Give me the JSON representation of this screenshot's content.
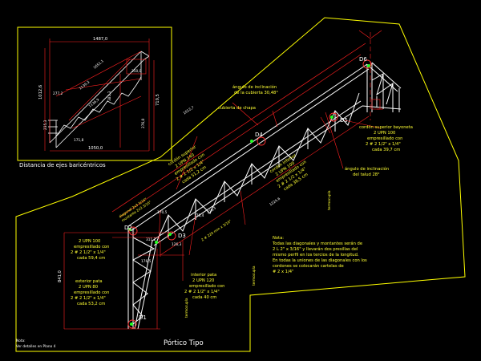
{
  "drawing": {
    "inset_title": "Distancia  de ejes baricéntricos",
    "main_title": "Pórtico Tipo",
    "footer_note_1": "Nota:",
    "footer_note_2": "Ver detalles en Plano 4"
  },
  "nodes": {
    "d1": "D1",
    "d2": "D2",
    "d3": "D3",
    "d4": "D4",
    "d5": "D5",
    "d6": "D6"
  },
  "inset": {
    "width_label": "1487,0",
    "diag_label": "1651,1",
    "bottom_label": "1050,0",
    "height_left": "1012,6",
    "height_right": "719,5",
    "dim_a": "277,2",
    "dim_b": "1139,3",
    "dim_c": "1136,9",
    "dim_d": "381,3",
    "dim_e": "350,0",
    "dim_f": "276,0",
    "dim_g": "235,3",
    "dim_h": "171,8"
  },
  "annotations": {
    "slope_title": "ángulo de inclinación",
    "slope_value": "de la cubierta 30,48°",
    "roof_sheet": "cubierta de chapa",
    "upper_cord_1": "cordón superior",
    "upper_cord_2": "2 UPN 140",
    "upper_cord_3": "empresillado con",
    "upper_cord_4": "2 # 2 1/2 x 1/4\"",
    "upper_cord_5": "cada 51,2 cm",
    "upper_bayonet_1": "cordón superior bayoneta",
    "upper_bayonet_2": "2 UPN 100",
    "upper_bayonet_3": "empresillado con",
    "upper_bayonet_4": "2 # 2 1/2\" x 1/4\"",
    "upper_bayonet_5": "cada 39,7 cm",
    "lower_cord_1": "cordón inferior",
    "lower_cord_2": "2 UPN 100",
    "lower_cord_3": "empresillado con",
    "lower_cord_4": "2 # 2 1/2 x 1/4\"",
    "lower_cord_5": "cada 38,5 cm",
    "slope_angle_1": "ángulo de inclinación",
    "slope_angle_2": "del talud 28°",
    "web_1": "diagonal 2x3 3/16\"",
    "web_2": "montante 2x3 3/16\"",
    "web_3": "2 # 220 mm x 3/16\"",
    "left_col_1": "2 UPN 100",
    "left_col_2": "empresillado con",
    "left_col_3": "2 # 2 1/2\" x 1/4\"",
    "left_col_4": "cada 59,4 cm",
    "outer_leg_1": "exterior pata",
    "outer_leg_2": "2 UPN 80",
    "outer_leg_3": "empresillado con",
    "outer_leg_4": "2 # 2 1/2\" x 1/4\"",
    "outer_leg_5": "cada 53,2 cm",
    "inner_leg_1": "interior pata",
    "inner_leg_2": "2 UPN 120",
    "inner_leg_3": "empresillado con",
    "inner_leg_4": "2 # 2 1/2\" x 1/4\"",
    "inner_leg_5": "cada 40 cm",
    "termocupla": "termocupla",
    "dim_left_height": "841,0",
    "dim_left_width": "311,2",
    "dim_1": "176,5",
    "dim_2": "1012,7",
    "dim_3": "1224,6",
    "dim_4": "276,3",
    "dim_5": "170,5",
    "dim_6": "178,4",
    "dim_7": "126,3"
  },
  "note": {
    "title": "Nota:",
    "line1": "Todas las diagonales y montantes serán de",
    "line2": "2 L 2\" x 3/16\" y llevarán dos presillas del",
    "line3": "mismo perfil en los tercios de la longitud.",
    "line4": "En todas la uniones de las diagonales con los",
    "line5": "cordones se colocarán cartelas de",
    "line6": "# 2 x 1/4\""
  },
  "colors": {
    "background": "#000000",
    "frame": "#ffff00",
    "structure": "#ffffff",
    "dimension": "#ff2020",
    "node_marker": "#ff3030",
    "joint": "#20ff20"
  }
}
